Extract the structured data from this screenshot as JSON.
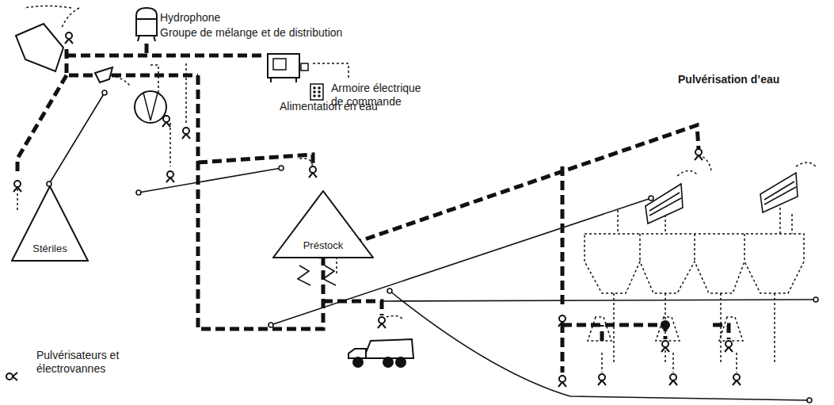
{
  "diagram": {
    "title": "Pulvérisation d’eau",
    "nodes": [
      {
        "text": [
          "Stériles"
        ]
      },
      {
        "text": [
          "Préstock"
        ]
      }
    ],
    "labels": [
      "Hydrophone",
      "Groupe de mélange et de distribution",
      "Armoire électrique de commande",
      "Alimentation en eau"
    ],
    "legend": [
      {
        "text": "Pulvérisateurs et électrovannes"
      }
    ]
  }
}
